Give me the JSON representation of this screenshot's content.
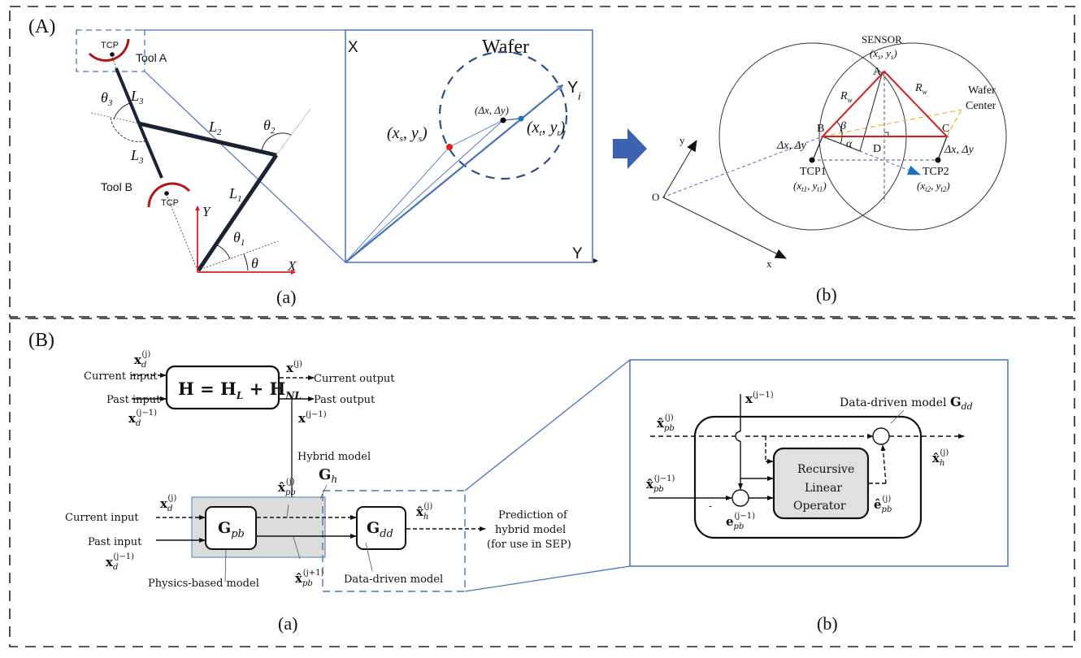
{
  "panel_A": {
    "label": "(A)",
    "sub_a": {
      "caption": "(a)",
      "tool_a": "Tool A",
      "tool_b": "Tool B",
      "tcp": "TCP",
      "L1": "L",
      "L1_sub": "1",
      "L2": "L",
      "L2_sub": "2",
      "L3": "L",
      "L3_sub": "3",
      "theta": "θ",
      "theta1": "θ",
      "theta1_sub": "1",
      "theta2": "θ",
      "theta2_sub": "2",
      "theta3": "θ",
      "theta3_sub": "3",
      "axis_x": "X",
      "axis_y": "Y",
      "colors": {
        "arm": "#1a2233",
        "tool": "#b01818",
        "axes": "#d62020",
        "zoom": "#4a74b8"
      }
    },
    "zoom_view": {
      "axis_x": "X",
      "axis_y": "Y",
      "axis_yi": "Y",
      "axis_yi_sub": "i",
      "wafer": "Wafer",
      "sensor_point": "(x",
      "sensor_sub": "s",
      "sensor_mid": ", y",
      "sensor_sub2": "s",
      "sensor_end": ")",
      "offset_point": "(Δx, Δy)",
      "tcp_point": "(x",
      "tcp_sub": "t",
      "tcp_mid": ", y",
      "tcp_sub2": "t",
      "tcp_end": ")",
      "colors": {
        "sensor_dot": "#e02020",
        "tcp_dot": "#1a72c8",
        "offset_dot": "#000000",
        "line": "#4a74b8"
      }
    },
    "arrow_color": "#3b63b0",
    "sub_b": {
      "caption": "(b)",
      "sensor": "SENSOR",
      "sensor_coord": "(x_s, y_s)",
      "A": "A",
      "B": "B",
      "C": "C",
      "D": "D",
      "O": "O",
      "Rw": "R",
      "Rw_sub": "w",
      "alpha": "α",
      "beta": "β",
      "wafer_center_1": "Wafer",
      "wafer_center_2": "Center",
      "delta_left": "Δx, Δy",
      "delta_right": "Δx, Δy",
      "tcp1": "TCP1",
      "tcp1_coord": "(x_t1, y_t1)",
      "tcp2": "TCP2",
      "tcp2_coord": "(x_t2, y_t2)",
      "axis_x": "x",
      "axis_y": "y",
      "colors": {
        "triangle": "#d42020",
        "center_lines": "#f0b030",
        "origin_line": "#4a74b8"
      }
    }
  },
  "panel_B": {
    "label": "(B)",
    "sub_a": {
      "caption": "(a)",
      "plant_block": "H = H_L + H_NL",
      "current_input": "Current input",
      "past_input": "Past input",
      "current_output": "Current output",
      "past_output": "Past output",
      "x_d_j": "x_d^(j)",
      "x_d_j1": "x_d^(j−1)",
      "x_j": "x^(j)",
      "x_j1": "x^(j−1)",
      "hybrid_model": "Hybrid model",
      "G_h": "G_h",
      "G_pb": "G_pb",
      "G_dd": "G_dd",
      "xhat_pb_j": "x̂_pb^(j)",
      "xhat_pb_j1": "x̂_pb^(j+1)",
      "xhat_h_j": "x̂_h^(j)",
      "physics_model": "Physics-based model",
      "data_model": "Data-driven model",
      "prediction_1": "Prediction of",
      "prediction_2": "hybrid model",
      "prediction_3": "(for use in SEP)",
      "colors": {
        "hybrid_fill": "#dcdcdc",
        "hybrid_border": "#6a8cc0",
        "zoom": "#4a74b8"
      }
    },
    "sub_b": {
      "caption": "(b)",
      "title": "Data-driven model G_dd",
      "x_j1": "x^(j−1)",
      "xhat_pb_j": "x̂_pb^(j)",
      "xhat_pb_j1": "x̂_pb^(j−1)",
      "e_pb_j1": "e_pb^(j−1)",
      "ehat_pb_j": "ê_pb^(j)",
      "xhat_h_j": "x̂_h^(j)",
      "operator_1": "Recursive",
      "operator_2": "Linear",
      "operator_3": "Operator",
      "minus": "-",
      "colors": {
        "operator_fill": "#e0e0e0",
        "frame": "#4a74b8"
      }
    }
  }
}
